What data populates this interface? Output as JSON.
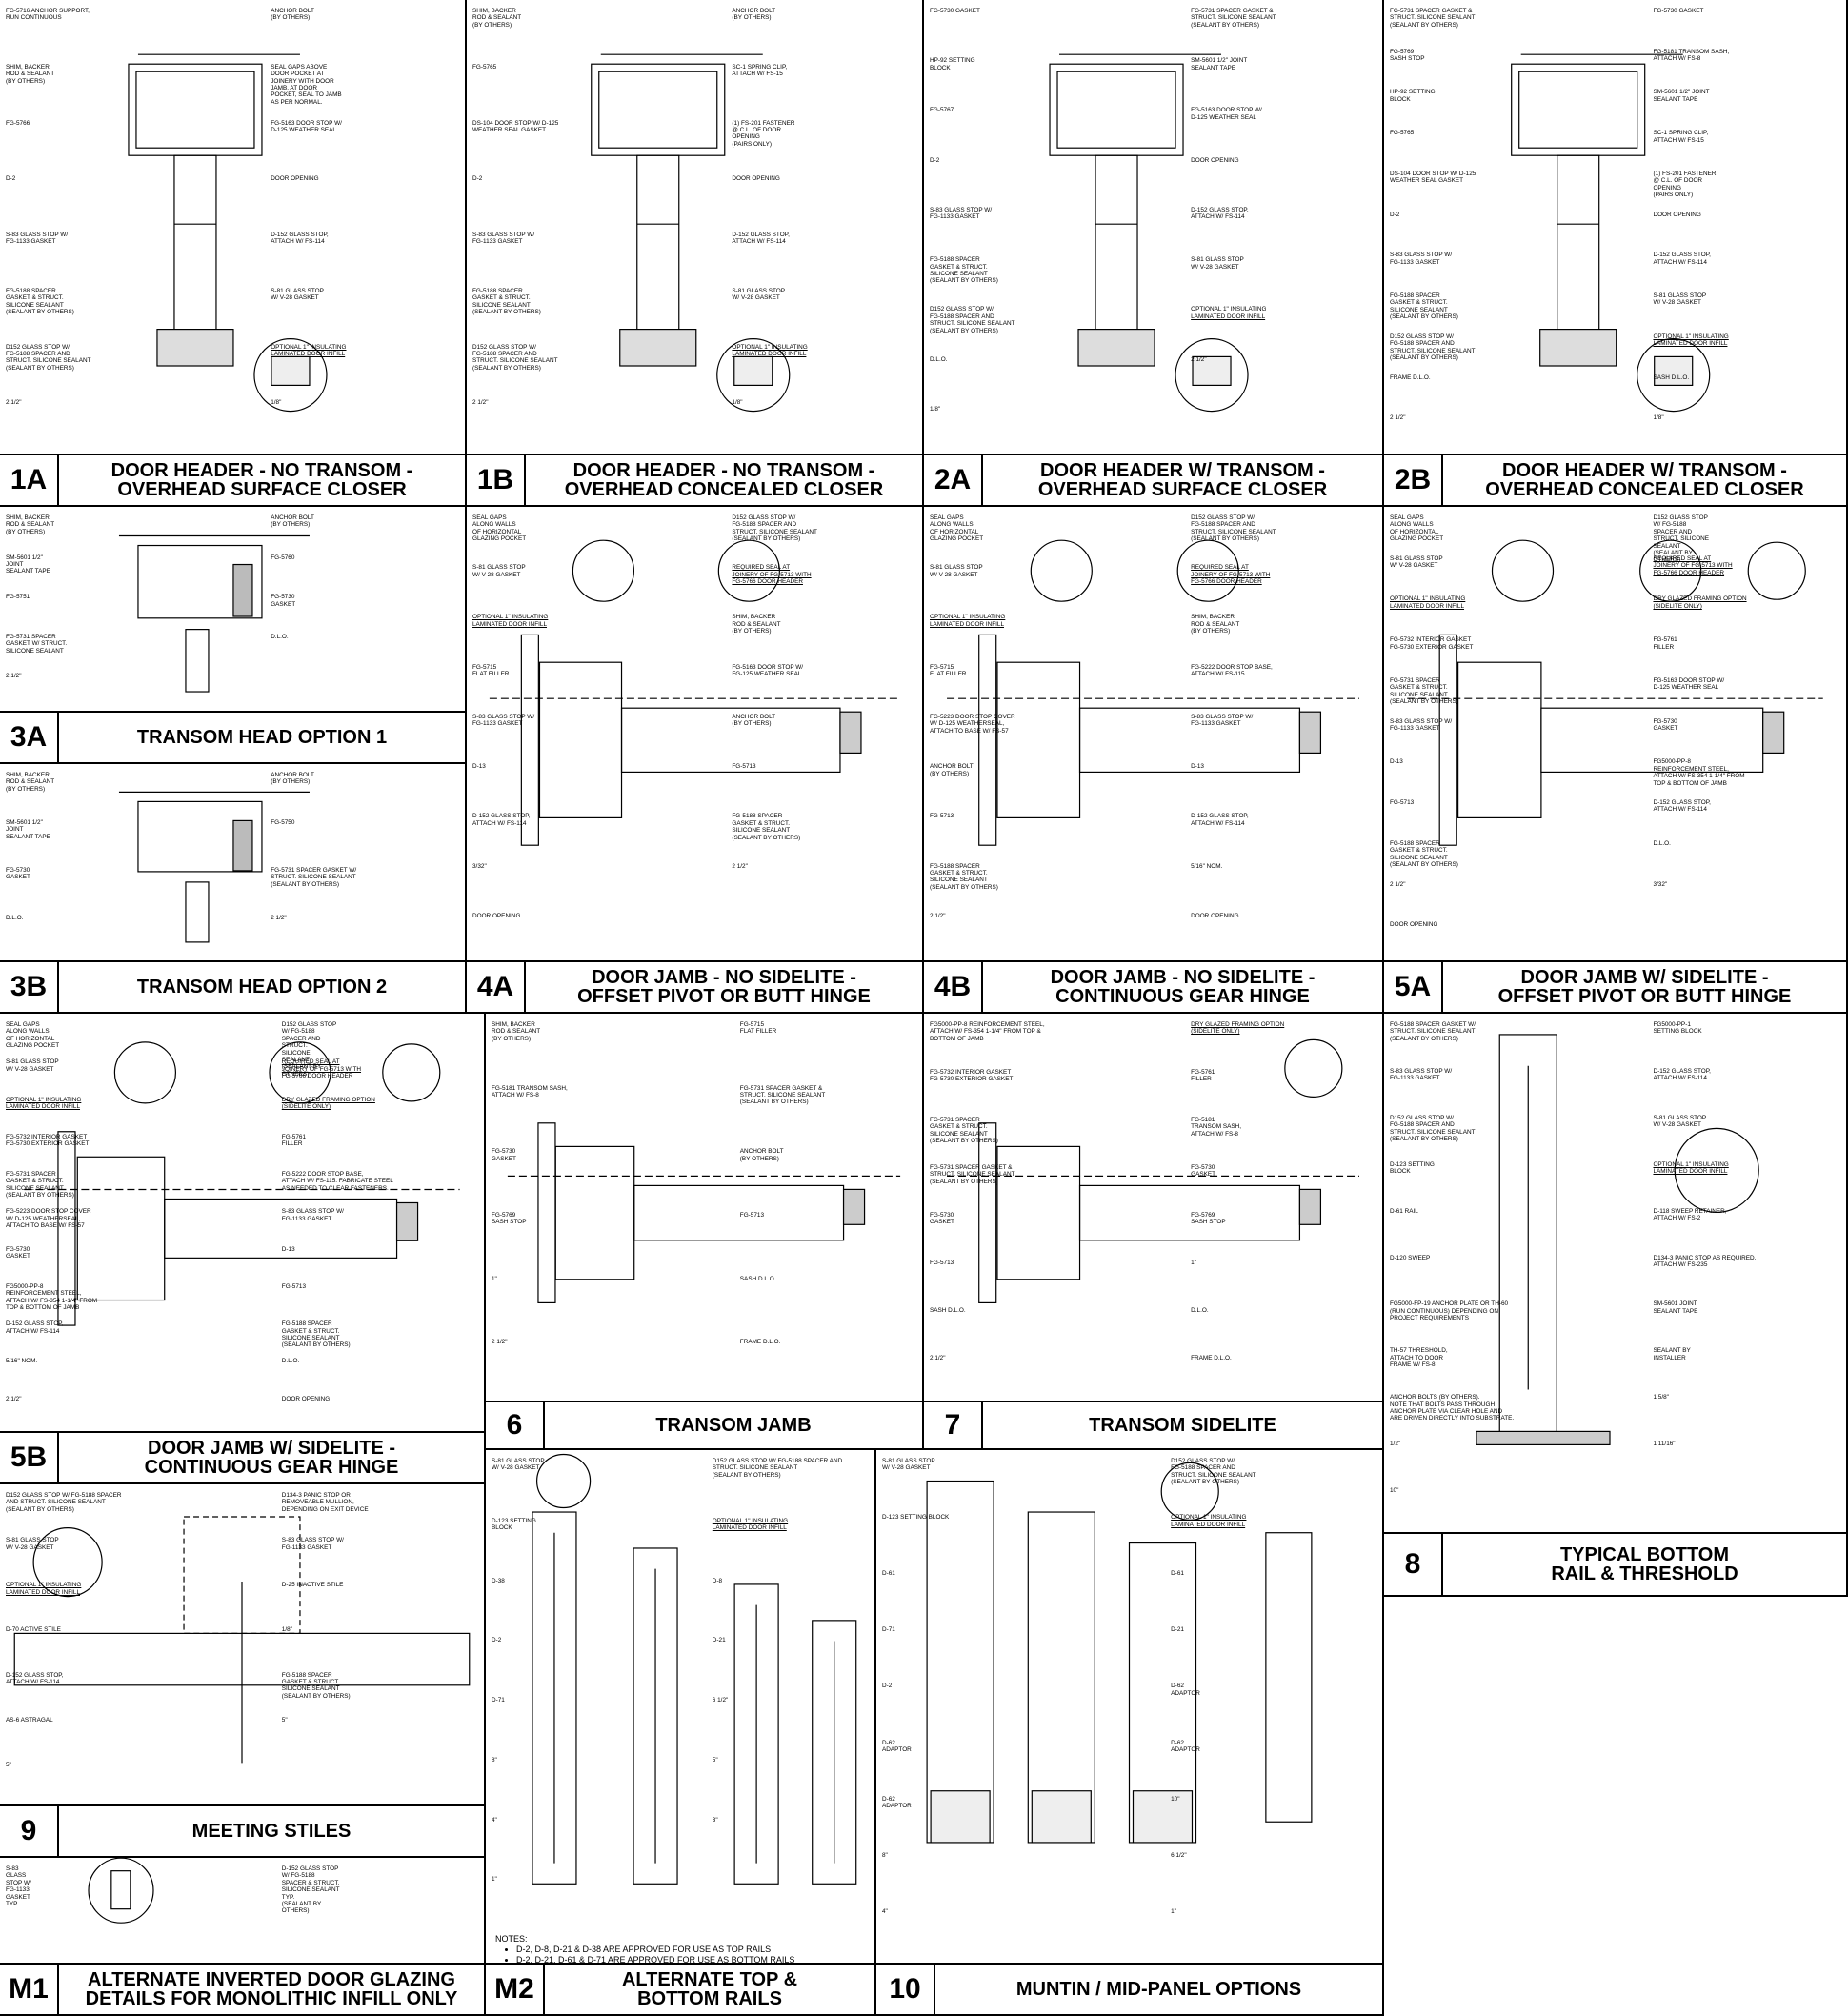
{
  "details": [
    {
      "id": "1A",
      "title": [
        "DOOR HEADER - NO TRANSOM -",
        "OVERHEAD SURFACE CLOSER"
      ],
      "callouts": [
        "FG-5716 ANCHOR SUPPORT,\nRUN CONTINUOUS",
        "ANCHOR BOLT\n(BY OTHERS)",
        "SHIM, BACKER\nROD & SEALANT\n(BY OTHERS)",
        "SEAL GAPS ABOVE\nDOOR POCKET AT\nJOINERY WITH DOOR\nJAMB. AT DOOR\nPOCKET, SEAL TO JAMB\nAS PER NORMAL.",
        "FG-5766",
        "FG-5163 DOOR STOP W/\nD-125 WEATHER SEAL",
        "D-2",
        "DOOR OPENING",
        "S-83 GLASS STOP W/\nFG-1133 GASKET",
        "D-152 GLASS STOP,\nATTACH W/ FS-114",
        "FG-5188 SPACER\nGASKET & STRUCT.\nSILICONE SEALANT\n(SEALANT BY OTHERS)",
        "S-81 GLASS STOP\nW/ V-28 GASKET",
        "D152 GLASS STOP W/\nFG-5188 SPACER AND\nSTRUCT. SILICONE SEALANT\n(SEALANT BY OTHERS)",
        "OPTIONAL 1\" INSULATING\nLAMINATED DOOR INFILL",
        "2 1/2\"",
        "1/8\""
      ]
    },
    {
      "id": "1B",
      "title": [
        "DOOR HEADER - NO TRANSOM -",
        "OVERHEAD CONCEALED CLOSER"
      ],
      "callouts": [
        "SHIM, BACKER\nROD & SEALANT\n(BY OTHERS)",
        "ANCHOR BOLT\n(BY OTHERS)",
        "FG-5765",
        "SC-1 SPRING CLIP,\nATTACH W/ FS-15",
        "DS-104 DOOR STOP W/ D-125\nWEATHER SEAL GASKET",
        "(1) FS-201 FASTENER\n@ C.L. OF DOOR\nOPENING\n(PAIRS ONLY)",
        "D-2",
        "DOOR OPENING",
        "S-83 GLASS STOP W/\nFG-1133 GASKET",
        "D-152 GLASS STOP,\nATTACH W/ FS-114",
        "FG-5188 SPACER\nGASKET & STRUCT.\nSILICONE SEALANT\n(SEALANT BY OTHERS)",
        "S-81 GLASS STOP\nW/ V-28 GASKET",
        "D152 GLASS STOP W/\nFG-5188 SPACER AND\nSTRUCT. SILICONE SEALANT\n(SEALANT BY OTHERS)",
        "OPTIONAL 1\" INSULATING\nLAMINATED DOOR INFILL",
        "2 1/2\"",
        "1/8\""
      ]
    },
    {
      "id": "2A",
      "title": [
        "DOOR HEADER W/ TRANSOM -",
        "OVERHEAD SURFACE CLOSER"
      ],
      "callouts": [
        "FG-5730 GASKET",
        "FG-5731 SPACER GASKET &\nSTRUCT. SILICONE SEALANT\n(SEALANT BY OTHERS)",
        "HP-92 SETTING\nBLOCK",
        "SM-5601 1/2\" JOINT\nSEALANT TAPE",
        "FG-5767",
        "FG-5163 DOOR STOP W/\nD-125 WEATHER SEAL",
        "D-2",
        "DOOR OPENING",
        "S-83 GLASS STOP W/\nFG-1133 GASKET",
        "D-152 GLASS STOP,\nATTACH W/ FS-114",
        "FG-5188 SPACER\nGASKET & STRUCT.\nSILICONE SEALANT\n(SEALANT BY OTHERS)",
        "S-81 GLASS STOP\nW/ V-28 GASKET",
        "D152 GLASS STOP W/\nFG-5188 SPACER AND\nSTRUCT. SILICONE SEALANT\n(SEALANT BY OTHERS)",
        "OPTIONAL 1\" INSULATING\nLAMINATED DOOR INFILL",
        "D.L.O.",
        "2 1/2\"",
        "1/8\""
      ]
    },
    {
      "id": "2B",
      "title": [
        "DOOR HEADER W/ TRANSOM -",
        "OVERHEAD CONCEALED CLOSER"
      ],
      "callouts": [
        "FG-5731 SPACER GASKET &\nSTRUCT. SILICONE SEALANT\n(SEALANT BY OTHERS)",
        "FG-5730 GASKET",
        "FG-5769\nSASH STOP",
        "FG-5181 TRANSOM SASH,\nATTACH W/ FS-8",
        "HP-92 SETTING\nBLOCK",
        "SM-5601 1/2\" JOINT\nSEALANT TAPE",
        "FG-5765",
        "SC-1 SPRING CLIP,\nATTACH W/ FS-15",
        "DS-104 DOOR STOP W/ D-125\nWEATHER SEAL GASKET",
        "(1) FS-201 FASTENER\n@ C.L. OF DOOR\nOPENING\n(PAIRS ONLY)",
        "D-2",
        "DOOR OPENING",
        "S-83 GLASS STOP W/\nFG-1133 GASKET",
        "D-152 GLASS STOP,\nATTACH W/ FS-114",
        "FG-5188 SPACER\nGASKET & STRUCT.\nSILICONE SEALANT\n(SEALANT BY OTHERS)",
        "S-81 GLASS STOP\nW/ V-28 GASKET",
        "D152 GLASS STOP W/\nFG-5188 SPACER AND\nSTRUCT. SILICONE SEALANT\n(SEALANT BY OTHERS)",
        "OPTIONAL 1\" INSULATING\nLAMINATED DOOR INFILL",
        "FRAME D.L.O.",
        "SASH D.L.O.",
        "2 1/2\"",
        "1/8\""
      ]
    },
    {
      "id": "3A",
      "title": [
        "TRANSOM HEAD OPTION 1"
      ],
      "callouts": [
        "SHIM, BACKER\nROD & SEALANT\n(BY OTHERS)",
        "ANCHOR BOLT\n(BY OTHERS)",
        "SM-5601 1/2\"\nJOINT\nSEALANT TAPE",
        "FG-5760",
        "FG-5751",
        "FG-5730\nGASKET",
        "FG-5731 SPACER\nGASKET W/ STRUCT.\nSILICONE SEALANT",
        "D.L.O.",
        "2 1/2\""
      ]
    },
    {
      "id": "3B",
      "title": [
        "TRANSOM HEAD OPTION 2"
      ],
      "callouts": [
        "SHIM, BACKER\nROD & SEALANT\n(BY OTHERS)",
        "ANCHOR BOLT\n(BY OTHERS)",
        "SM-5601 1/2\"\nJOINT\nSEALANT TAPE",
        "FG-5750",
        "FG-5730\nGASKET",
        "FG-5731 SPACER GASKET W/\nSTRUCT. SILICONE SEALANT\n(SEALANT BY OTHERS)",
        "D.L.O.",
        "2 1/2\""
      ]
    },
    {
      "id": "4A",
      "title": [
        "DOOR JAMB - NO SIDELITE -",
        "OFFSET PIVOT OR BUTT HINGE"
      ],
      "callouts": [
        "SEAL GAPS\nALONG WALLS\nOF HORIZONTAL\nGLAZING POCKET",
        "D152 GLASS STOP W/\nFG-5188 SPACER AND\nSTRUCT. SILICONE SEALANT\n(SEALANT BY OTHERS)",
        "S-81 GLASS STOP\nW/ V-28 GASKET",
        "REQUIRED SEAL AT\nJOINERY OF FG-5713 WITH\nFG-5766 DOOR HEADER",
        "OPTIONAL 1\" INSULATING\nLAMINATED DOOR INFILL",
        "SHIM, BACKER\nROD & SEALANT\n(BY OTHERS)",
        "FG-5715\nFLAT FILLER",
        "FG-5163 DOOR STOP W/\nFG-125 WEATHER SEAL",
        "S-83 GLASS STOP W/\nFG-1133 GASKET",
        "ANCHOR BOLT\n(BY OTHERS)",
        "D-13",
        "FG-5713",
        "D-152 GLASS STOP,\nATTACH W/ FS-114",
        "FG-5188 SPACER\nGASKET & STRUCT.\nSILICONE SEALANT\n(SEALANT BY OTHERS)",
        "3/32\"",
        "2 1/2\"",
        "DOOR OPENING"
      ]
    },
    {
      "id": "4B",
      "title": [
        "DOOR JAMB - NO SIDELITE -",
        "CONTINUOUS GEAR HINGE"
      ],
      "callouts": [
        "SEAL GAPS\nALONG WALLS\nOF HORIZONTAL\nGLAZING POCKET",
        "D152 GLASS STOP W/\nFG-5188 SPACER AND\nSTRUCT. SILICONE SEALANT\n(SEALANT BY OTHERS)",
        "S-81 GLASS STOP\nW/ V-28 GASKET",
        "REQUIRED SEAL AT\nJOINERY OF FG-5713 WITH\nFG-5766 DOOR HEADER",
        "OPTIONAL 1\" INSULATING\nLAMINATED DOOR INFILL",
        "SHIM, BACKER\nROD & SEALANT\n(BY OTHERS)",
        "FG-5715\nFLAT FILLER",
        "FG-5222 DOOR STOP BASE,\nATTACH W/ FS-115",
        "FG-5223 DOOR STOP COVER\nW/ D-125 WEATHERSEAL,\nATTACH TO BASE W/ FS-57",
        "S-83 GLASS STOP W/\nFG-1133 GASKET",
        "ANCHOR BOLT\n(BY OTHERS)",
        "D-13",
        "FG-5713",
        "D-152 GLASS STOP,\nATTACH W/ FS-114",
        "FG-5188 SPACER\nGASKET & STRUCT.\nSILICONE SEALANT\n(SEALANT BY OTHERS)",
        "5/16\" NOM.",
        "2 1/2\"",
        "DOOR OPENING"
      ]
    },
    {
      "id": "5A",
      "title": [
        "DOOR JAMB W/ SIDELITE -",
        "OFFSET PIVOT OR BUTT HINGE"
      ],
      "callouts": [
        "SEAL GAPS\nALONG WALLS\nOF HORIZONTAL\nGLAZING POCKET",
        "D152 GLASS STOP\nW/ FG-5188\nSPACER AND\nSTRUCT. SILICONE\nSEALANT\n(SEALANT BY\nOTHERS)",
        "S-81 GLASS STOP\nW/ V-28 GASKET",
        "REQUIRED SEAL AT\nJOINERY OF FG-5713 WITH\nFG-5766 DOOR HEADER",
        "OPTIONAL 1\" INSULATING\nLAMINATED DOOR INFILL",
        "DRY GLAZED FRAMING OPTION\n(SIDELITE ONLY)",
        "FG-5732 INTERIOR GASKET\nFG-5730 EXTERIOR GASKET",
        "FG-5761\nFILLER",
        "FG-5731 SPACER\nGASKET & STRUCT.\nSILICONE SEALANT\n(SEALANT BY OTHERS)",
        "FG-5163 DOOR STOP W/\nD-125 WEATHER SEAL",
        "S-83 GLASS STOP W/\nFG-1133 GASKET",
        "FG-5730\nGASKET",
        "D-13",
        "FG5000-PP-8\nREINFORCEMENT STEEL,\nATTACH W/ FS-354 1-1/4\" FROM\nTOP & BOTTOM OF JAMB",
        "FG-5713",
        "D-152 GLASS STOP,\nATTACH W/ FS-114",
        "FG-5188 SPACER\nGASKET & STRUCT.\nSILICONE SEALANT\n(SEALANT BY OTHERS)",
        "D.L.O.",
        "2 1/2\"",
        "3/32\"",
        "DOOR OPENING"
      ]
    },
    {
      "id": "5B",
      "title": [
        "DOOR JAMB W/ SIDELITE -",
        "CONTINUOUS GEAR HINGE"
      ],
      "callouts": [
        "SEAL GAPS\nALONG WALLS\nOF HORIZONTAL\nGLAZING POCKET",
        "D152 GLASS STOP\nW/ FG-5188\nSPACER AND\nSTRUCT.\nSILICONE\nSEALANT\n(SEALANT BY\nOTHERS)",
        "S-81 GLASS STOP\nW/ V-28 GASKET",
        "REQUIRED SEAL AT\nJOINERY OF FG-5713 WITH\nFG-5766 DOOR HEADER",
        "OPTIONAL 1\" INSULATING\nLAMINATED DOOR INFILL",
        "DRY GLAZED FRAMING OPTION\n(SIDELITE ONLY)",
        "FG-5732 INTERIOR GASKET\nFG-5730 EXTERIOR GASKET",
        "FG-5761\nFILLER",
        "FG-5731 SPACER\nGASKET & STRUCT.\nSILICONE SEALANT\n(SEALANT BY OTHERS)",
        "FG-5222 DOOR STOP BASE,\nATTACH W/ FS-115. FABRICATE STEEL\nAS NEEDED TO CLEAR FASTENERS.",
        "FG-5223 DOOR STOP COVER\nW/ D-125 WEATHERSEAL,\nATTACH TO BASE W/ FS-57",
        "S-83 GLASS STOP W/\nFG-1133 GASKET",
        "FG-5730\nGASKET",
        "D-13",
        "FG5000-PP-8\nREINFORCEMENT STEEL,\nATTACH W/ FS-354 1-1/4\" FROM\nTOP & BOTTOM OF JAMB",
        "FG-5713",
        "D-152 GLASS STOP,\nATTACH W/ FS-114",
        "FG-5188 SPACER\nGASKET & STRUCT.\nSILICONE SEALANT\n(SEALANT BY OTHERS)",
        "5/16\" NOM.",
        "D.L.O.",
        "2 1/2\"",
        "DOOR OPENING"
      ]
    },
    {
      "id": "6",
      "title": [
        "TRANSOM JAMB"
      ],
      "callouts": [
        "SHIM, BACKER\nROD & SEALANT\n(BY OTHERS)",
        "FG-5715\nFLAT FILLER",
        "FG-5181 TRANSOM SASH,\nATTACH W/ FS-8",
        "FG-5731 SPACER GASKET &\nSTRUCT. SILICONE SEALANT\n(SEALANT BY OTHERS)",
        "FG-5730\nGASKET",
        "ANCHOR BOLT\n(BY OTHERS)",
        "FG-5769\nSASH STOP",
        "FG-5713",
        "1\"",
        "SASH D.L.O.",
        "2 1/2\"",
        "FRAME D.L.O."
      ]
    },
    {
      "id": "7",
      "title": [
        "TRANSOM SIDELITE"
      ],
      "callouts": [
        "FG5000-PP-8 REINFORCEMENT STEEL,\nATTACH W/ FS-354 1-1/4\" FROM TOP &\nBOTTOM OF JAMB",
        "DRY GLAZED FRAMING OPTION\n(SIDELITE ONLY)",
        "FG-5732 INTERIOR GASKET\nFG-5730 EXTERIOR GASKET",
        "FG-5761\nFILLER",
        "FG-5731 SPACER\nGASKET & STRUCT.\nSILICONE SEALANT\n(SEALANT BY OTHERS)",
        "FG-5181\nTRANSOM SASH,\nATTACH W/ FS-8",
        "FG-5731 SPACER GASKET &\nSTRUCT. SILICONE SEALANT\n(SEALANT BY OTHERS)",
        "FG-5730\nGASKET",
        "FG-5730\nGASKET",
        "FG-5769\nSASH STOP",
        "FG-5713",
        "1\"",
        "SASH D.L.O.",
        "D.L.O.",
        "2 1/2\"",
        "FRAME D.L.O."
      ]
    },
    {
      "id": "8",
      "title": [
        "TYPICAL BOTTOM",
        "RAIL & THRESHOLD"
      ],
      "callouts": [
        "FG-5188 SPACER GASKET W/\nSTRUCT. SILICONE SEALANT\n(SEALANT BY OTHERS)",
        "FG5000-PP-1\nSETTING BLOCK",
        "S-83 GLASS STOP W/\nFG-1133 GASKET",
        "D-152 GLASS STOP,\nATTACH W/ FS-114",
        "D152 GLASS STOP W/\nFG-5188 SPACER AND\nSTRUCT. SILICONE SEALANT\n(SEALANT BY OTHERS)",
        "S-81 GLASS STOP\nW/ V-28 GASKET",
        "D-123 SETTING\nBLOCK",
        "OPTIONAL 1\" INSULATING\nLAMINATED DOOR INFILL",
        "D-61 RAIL",
        "D-118 SWEEP RETAINER,\nATTACH W/ FS-2",
        "D-120 SWEEP",
        "D134-3 PANIC STOP AS REQUIRED,\nATTACH W/ FS-235",
        "FG5000-FP-19 ANCHOR PLATE OR TH-60\n(RUN CONTINUOUS) DEPENDING ON\nPROJECT REQUIREMENTS",
        "SM-5601 JOINT\nSEALANT TAPE",
        "TH-57 THRESHOLD,\nATTACH TO DOOR\nFRAME W/ FS-8",
        "SEALANT BY\nINSTALLER",
        "ANCHOR BOLTS (BY OTHERS).\nNOTE THAT BOLTS PASS THROUGH\nANCHOR PLATE VIA CLEAR HOLE AND\nARE DRIVEN DIRECTLY INTO SUBSTRATE.",
        "1 5/8\"",
        "1/2\"",
        "1 11/16\"",
        "10\""
      ]
    },
    {
      "id": "9",
      "title": [
        "MEETING STILES"
      ],
      "callouts": [
        "D152 GLASS STOP W/ FG-5188 SPACER\nAND STRUCT. SILICONE SEALANT\n(SEALANT BY OTHERS)",
        "D134-3 PANIC STOP OR\nREMOVEABLE MULLION,\nDEPENDING ON EXIT DEVICE",
        "S-81 GLASS STOP\nW/ V-28 GASKET",
        "S-83 GLASS STOP W/\nFG-1133 GASKET",
        "OPTIONAL 1\" INSULATING\nLAMINATED DOOR INFILL",
        "D-25 INACTIVE STILE",
        "D-70 ACTIVE STILE",
        "1/8\"",
        "D-152 GLASS STOP,\nATTACH W/ FS-114",
        "FG-5188 SPACER\nGASKET & STRUCT.\nSILICONE SEALANT\n(SEALANT BY OTHERS)",
        "AS-6 ASTRAGAL",
        "5\"",
        "5\""
      ]
    },
    {
      "id": "M1",
      "title": [
        "ALTERNATE INVERTED DOOR GLAZING",
        "DETAILS FOR MONOLITHIC INFILL ONLY"
      ],
      "callouts": [
        "S-83\nGLASS\nSTOP W/\nFG-1133\nGASKET\nTYP.",
        "D-152 GLASS STOP\nW/ FG-5188\nSPACER & STRUCT.\nSILICONE SEALANT\nTYP.\n(SEALANT BY\nOTHERS)"
      ]
    },
    {
      "id": "M2",
      "title": [
        "ALTERNATE TOP &",
        "BOTTOM RAILS"
      ],
      "callouts": [
        "S-81 GLASS STOP\nW/ V-28 GASKET",
        "D152 GLASS STOP W/ FG-5188 SPACER AND\nSTRUCT. SILICONE SEALANT\n(SEALANT BY OTHERS)",
        "D-123 SETTING\nBLOCK",
        "OPTIONAL 1\" INSULATING\nLAMINATED DOOR INFILL",
        "D-38",
        "D-8",
        "D-2",
        "D-21",
        "D-71",
        "6 1/2\"",
        "8\"",
        "5\"",
        "4\"",
        "3\"",
        "1\""
      ],
      "notes_label": "NOTES:",
      "notes": [
        "D-2, D-8, D-21 & D-38 ARE APPROVED FOR USE AS TOP RAILS",
        "D-2, D-21, D-61 & D-71 ARE APPROVED FOR USE AS BOTTOM RAILS"
      ]
    },
    {
      "id": "10",
      "title": [
        "MUNTIN / MID-PANEL OPTIONS"
      ],
      "callouts": [
        "S-81 GLASS STOP\nW/ V-28 GASKET",
        "D152 GLASS STOP W/\nFG-5188 SPACER AND\nSTRUCT. SILICONE SEALANT\n(SEALANT BY OTHERS)",
        "D-123 SETTING BLOCK",
        "OPTIONAL 1\" INSULATING\nLAMINATED DOOR INFILL",
        "D-61",
        "D-61",
        "D-71",
        "D-21",
        "D-2",
        "D-62\nADAPTOR",
        "D-62\nADAPTOR",
        "D-62\nADAPTOR",
        "D-62\nADAPTOR",
        "10\"",
        "8\"",
        "6 1/2\"",
        "4\"",
        "1\""
      ]
    }
  ]
}
